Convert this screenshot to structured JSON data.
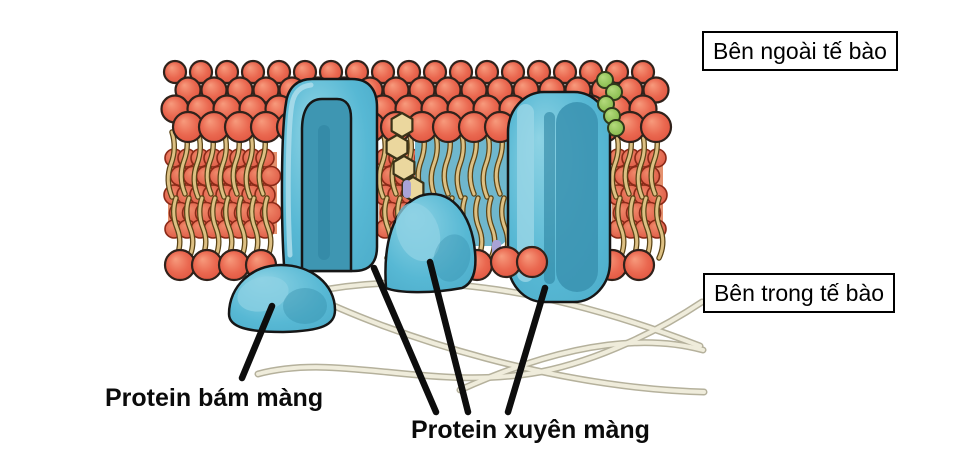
{
  "labels": {
    "outside_cell": "Bên ngoài tế bào",
    "inside_cell": "Bên trong tế bào",
    "peripheral_protein": "Protein bám màng",
    "transmembrane_protein": "Protein xuyên màng"
  },
  "diagram": {
    "components": [
      "phospholipid-head-rows",
      "fatty-acid-tails",
      "channel-protein",
      "transmembrane-protein",
      "embedded-dome-protein",
      "peripheral-protein",
      "carbohydrate-hexagon-chain",
      "carbohydrate-bead-chain",
      "cytoskeleton-filaments",
      "pointer-lines"
    ],
    "colors": {
      "background": "#FFFFFF",
      "head_red": "#E8614B",
      "head_red_light": "#F79B7D",
      "head_outline": "#30221B",
      "mid_band_base": "#E2855E",
      "mid_head_outline": "#8A2A18",
      "tail_tan": "#DDC083",
      "tail_outline": "#5A4417",
      "protein_blue": "#56B7D3",
      "protein_blue_light": "#A9DCEA",
      "protein_blue_dark": "#3A92B0",
      "protein_blue_deep": "#2D84A1",
      "behind_patch_blue": "#6FB7CD",
      "hexagon_yellow": "#EBD79E",
      "hexagon_outline": "#3A3218",
      "bead_green": "#8CC152",
      "bead_outline": "#2F3A1A",
      "lavender": "#A9A3D6",
      "filament_fill": "#EFECDB",
      "filament_outline": "#B5B19C",
      "pointer_line": "#0D0D0D",
      "box_border": "#000000",
      "text": "#000000"
    }
  }
}
